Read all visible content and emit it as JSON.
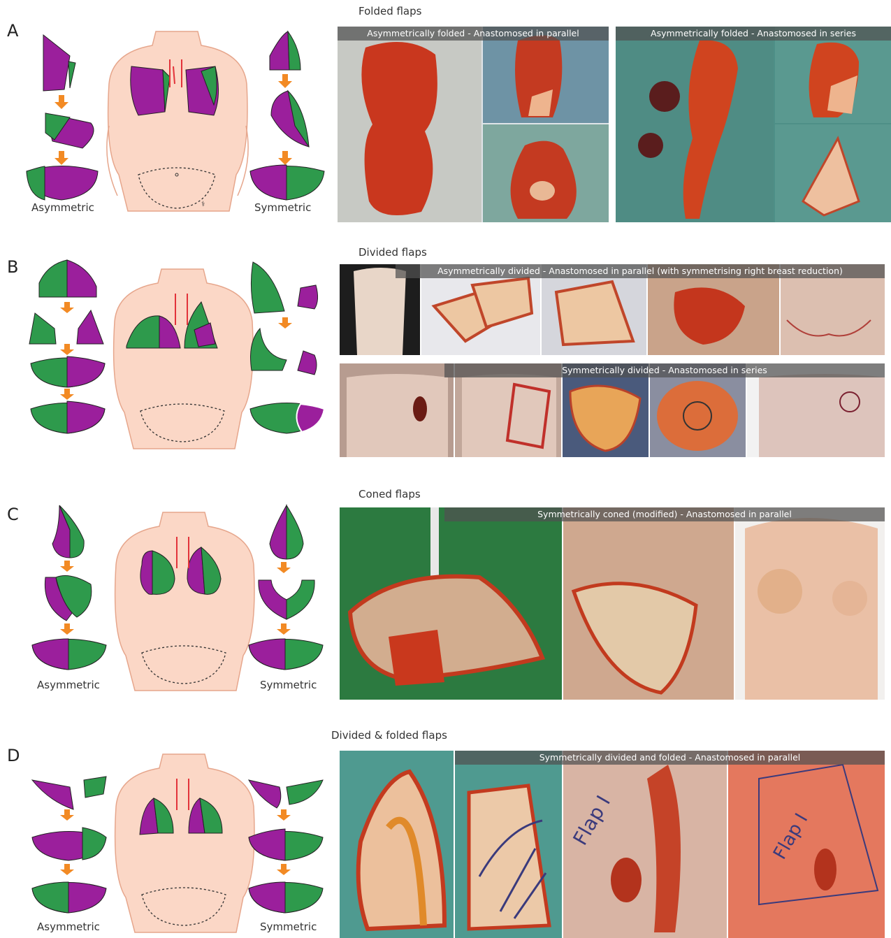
{
  "colors": {
    "purple": "#9b1f9c",
    "green": "#2e9a4c",
    "skin": "#fbd7c6",
    "skin_outline": "#e6a68c",
    "arrow": "#f28a24",
    "vessel_red": "#e2333a",
    "banner": "#555555"
  },
  "panels": [
    {
      "letter": "A",
      "title": "Folded flaps",
      "left_label": "Asymmetric",
      "right_label": "Symmetric",
      "banners": [
        "Asymmetrically folded - Anastomosed in parallel",
        "Asymmetrically folded - Anastomosed in series"
      ]
    },
    {
      "letter": "B",
      "title": "Divided flaps",
      "left_label": "",
      "right_label": "",
      "banners": [
        "Asymmetrically divided - Anastomosed in parallel (with symmetrising right breast reduction)",
        "Symmetrically divided - Anastomosed in series"
      ]
    },
    {
      "letter": "C",
      "title": "Coned flaps",
      "left_label": "Asymmetric",
      "right_label": "Symmetric",
      "banners": [
        "Symmetrically coned (modified) - Anastomosed in parallel"
      ]
    },
    {
      "letter": "D",
      "title": "Divided & folded flaps",
      "left_label": "Asymmetric",
      "right_label": "Symmetric",
      "banners": [
        "Symmetrically divided and folded - Anastomosed in parallel"
      ]
    }
  ],
  "photo_icons": [
    "surgical-photo-icon"
  ]
}
